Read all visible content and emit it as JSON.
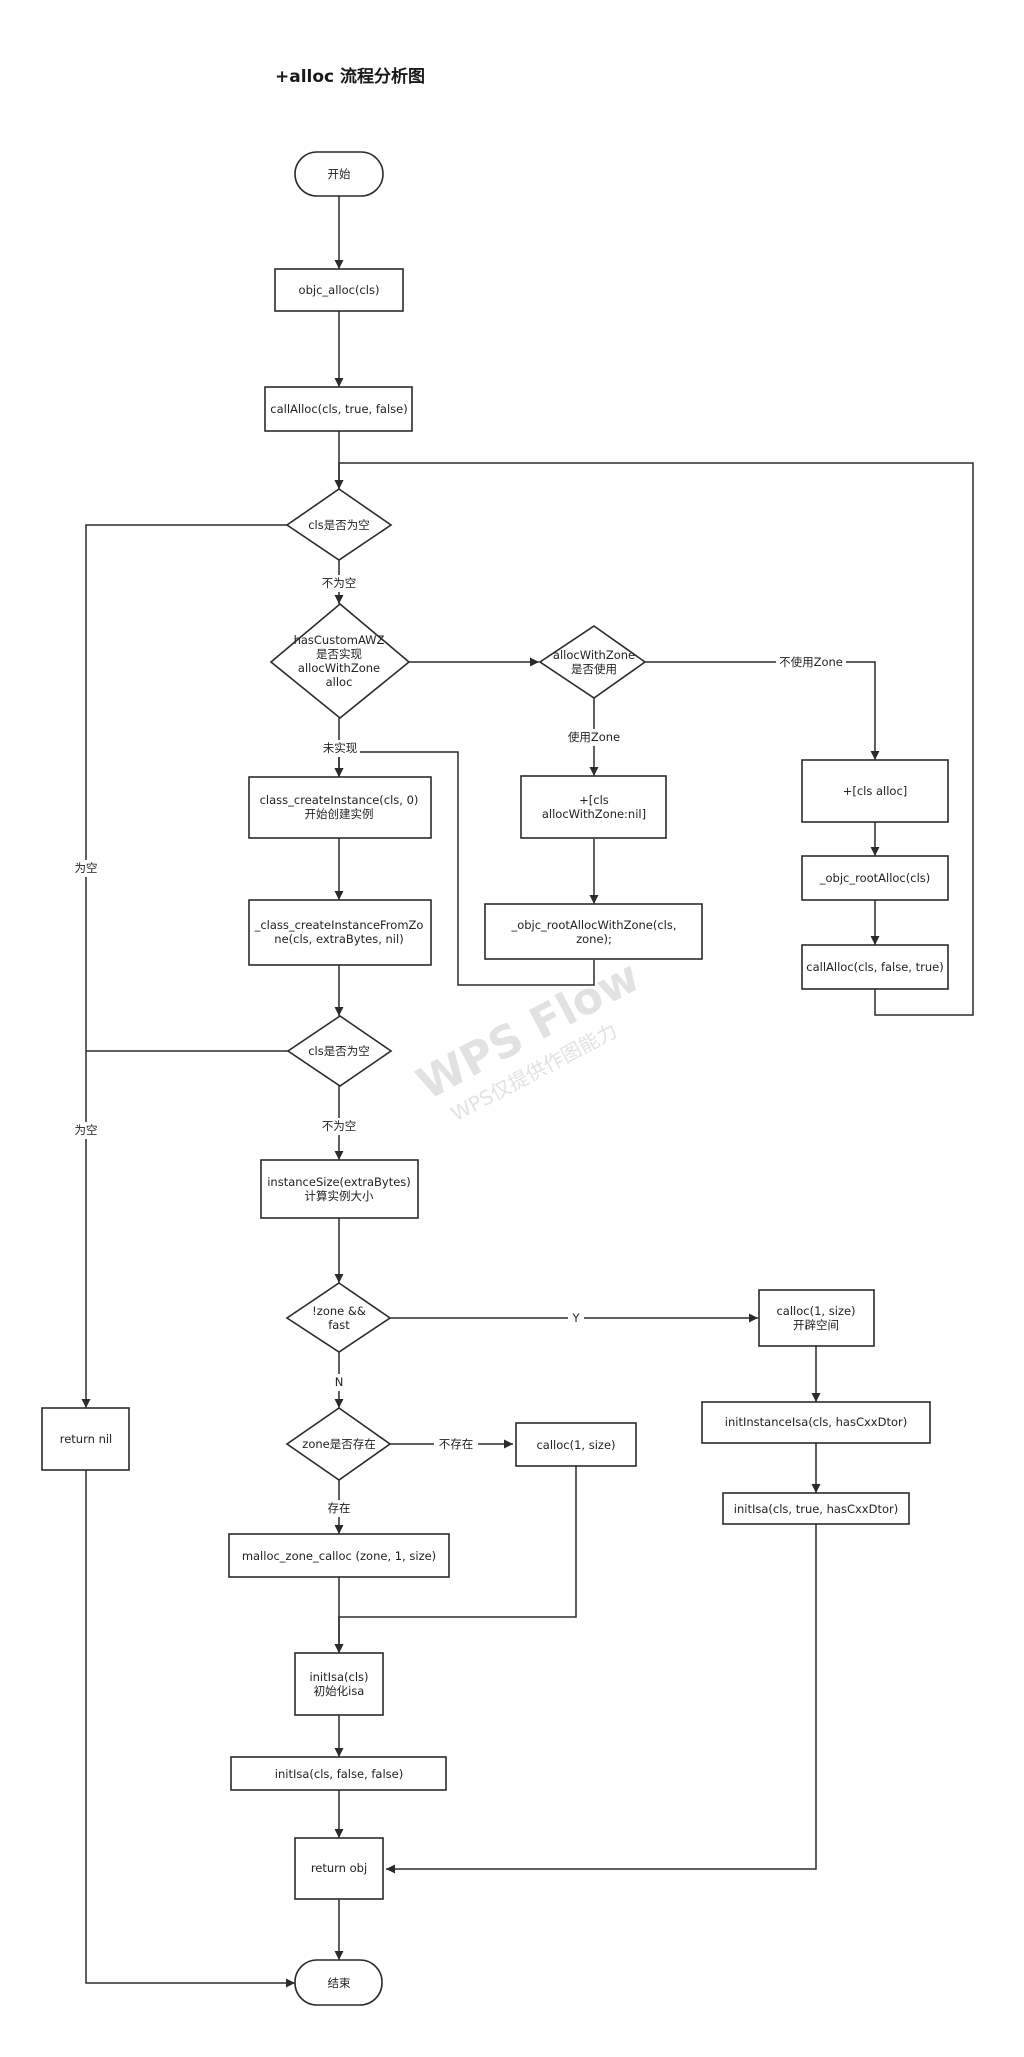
{
  "title": "+alloc 流程分析图",
  "watermark": {
    "line1": "WPS Flow",
    "line2": "WPS仅提供作图能力"
  },
  "nodes": {
    "start": [
      "开始"
    ],
    "objc_alloc": [
      "objc_alloc(cls)"
    ],
    "callAlloc1": [
      "callAlloc(cls, true, false)"
    ],
    "cls_null_1": [
      "cls是否为空"
    ],
    "hasCustomAWZ": [
      "hasCustomAWZ",
      "是否实现",
      "allocWithZone",
      "alloc"
    ],
    "allocWithZone_q": [
      "allocWithZone",
      "是否使用"
    ],
    "cls_alloc": [
      "+[cls alloc]"
    ],
    "rootAlloc": [
      "_objc_rootAlloc(cls)"
    ],
    "callAlloc2": [
      "callAlloc(cls, false, true)"
    ],
    "cls_allocWithZone": [
      "+[cls",
      "allocWithZone:nil]"
    ],
    "rootAllocWithZone": [
      "_objc_rootAllocWithZone(cls,",
      "zone);"
    ],
    "createInstance": [
      "class_createInstance(cls, 0)",
      "开始创建实例"
    ],
    "createInstanceFromZone": [
      "_class_createInstanceFromZo",
      "ne(cls, extraBytes, nil)"
    ],
    "cls_null_2": [
      "cls是否为空"
    ],
    "instanceSize": [
      "instanceSize(extraBytes)",
      "计算实例大小"
    ],
    "zone_fast": [
      "!zone  &&",
      "fast"
    ],
    "calloc_fast": [
      "calloc(1, size)",
      "开辟空间"
    ],
    "initInstanceIsa": [
      "initInstanceIsa(cls, hasCxxDtor)"
    ],
    "initIsa_true": [
      "initIsa(cls, true, hasCxxDtor)"
    ],
    "zone_exists": [
      "zone是否存在"
    ],
    "calloc_plain": [
      "calloc(1, size)"
    ],
    "malloc_zone": [
      "malloc_zone_calloc (zone, 1, size)"
    ],
    "initIsa_cls": [
      "initIsa(cls)",
      "初始化isa"
    ],
    "initIsa_false": [
      "initIsa(cls, false, false)"
    ],
    "return_obj": [
      "return obj"
    ],
    "return_nil": [
      "return nil"
    ],
    "end": [
      "结束"
    ]
  },
  "edge_labels": {
    "not_null_1": "不为空",
    "not_implemented": "未实现",
    "use_zone": "使用Zone",
    "no_zone": "不使用Zone",
    "is_null_1": "为空",
    "not_null_2": "不为空",
    "is_null_2": "为空",
    "yes": "Y",
    "no": "N",
    "not_exist": "不存在",
    "exist": "存在"
  }
}
